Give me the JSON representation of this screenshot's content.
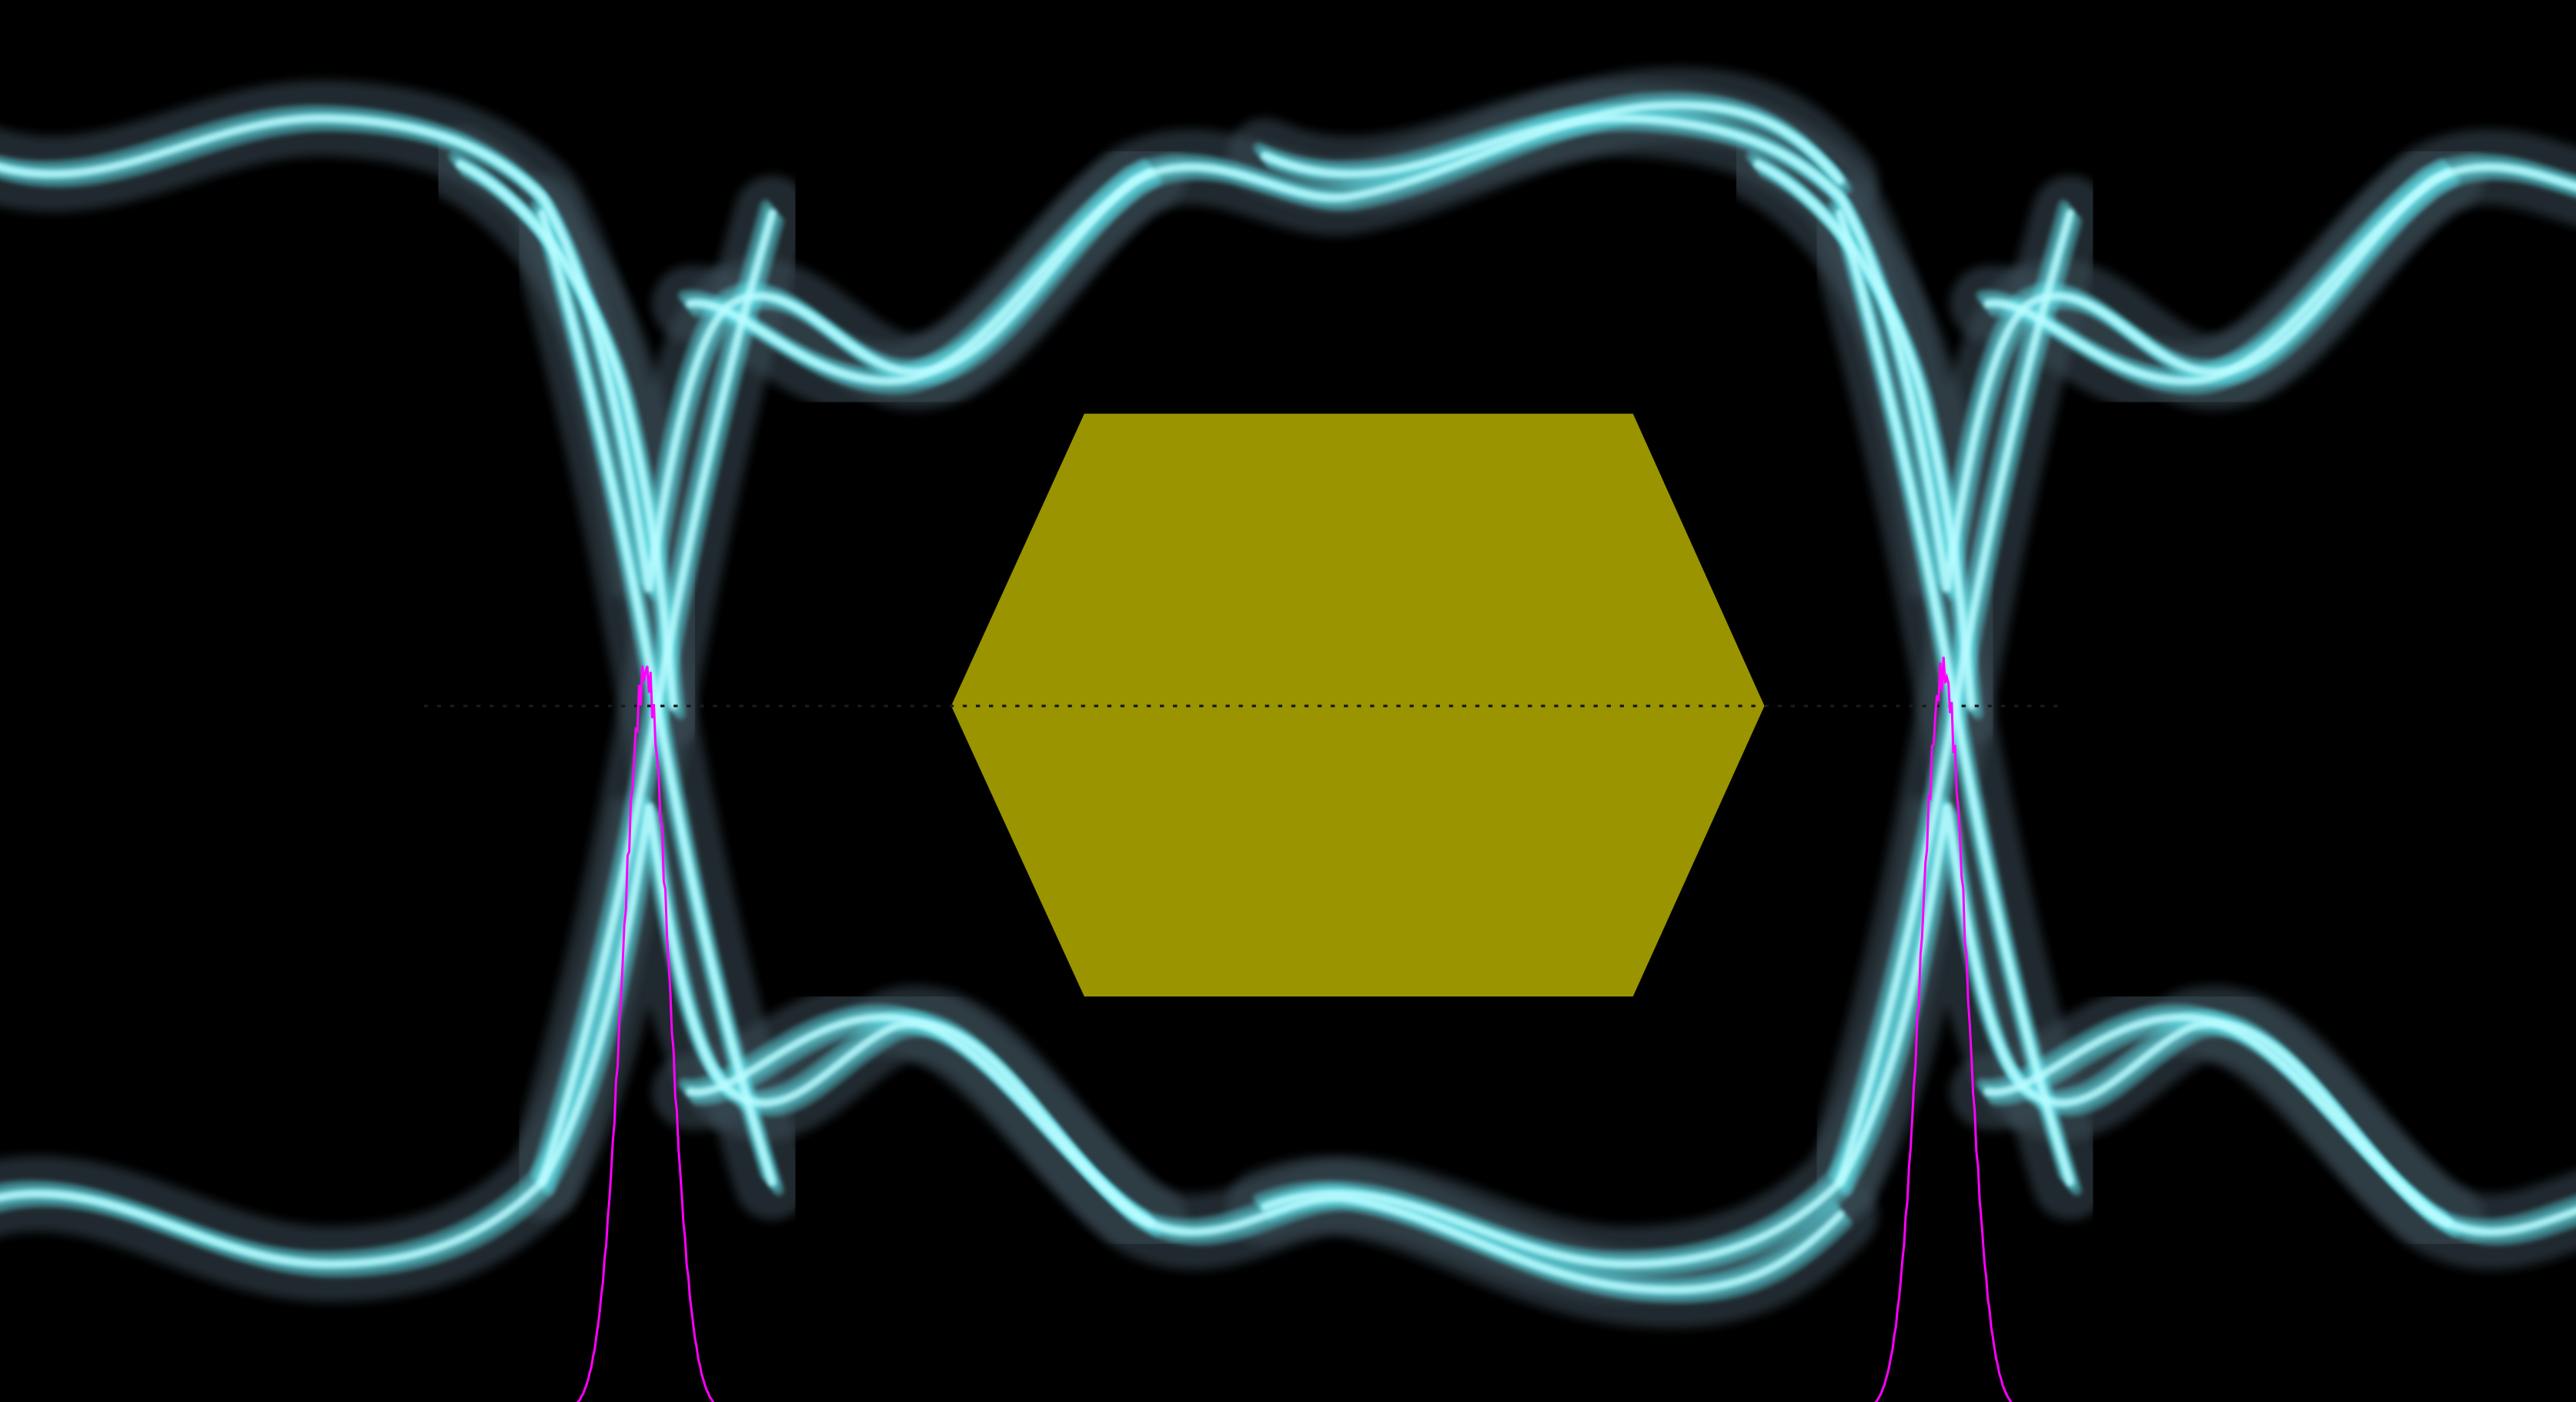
{
  "display": {
    "background_color": "#000000",
    "waveform_color": "#5fe0e8",
    "waveform_core_color": "#b8fbff",
    "waveform_haze_color": "#3a4a55",
    "mask_color": "#999400",
    "histogram_color": "#ff00ff",
    "crossing_line_color": "#1a1a1a",
    "eye_count": 2,
    "mask_shape": "hexagon",
    "histogram_count": 2
  }
}
